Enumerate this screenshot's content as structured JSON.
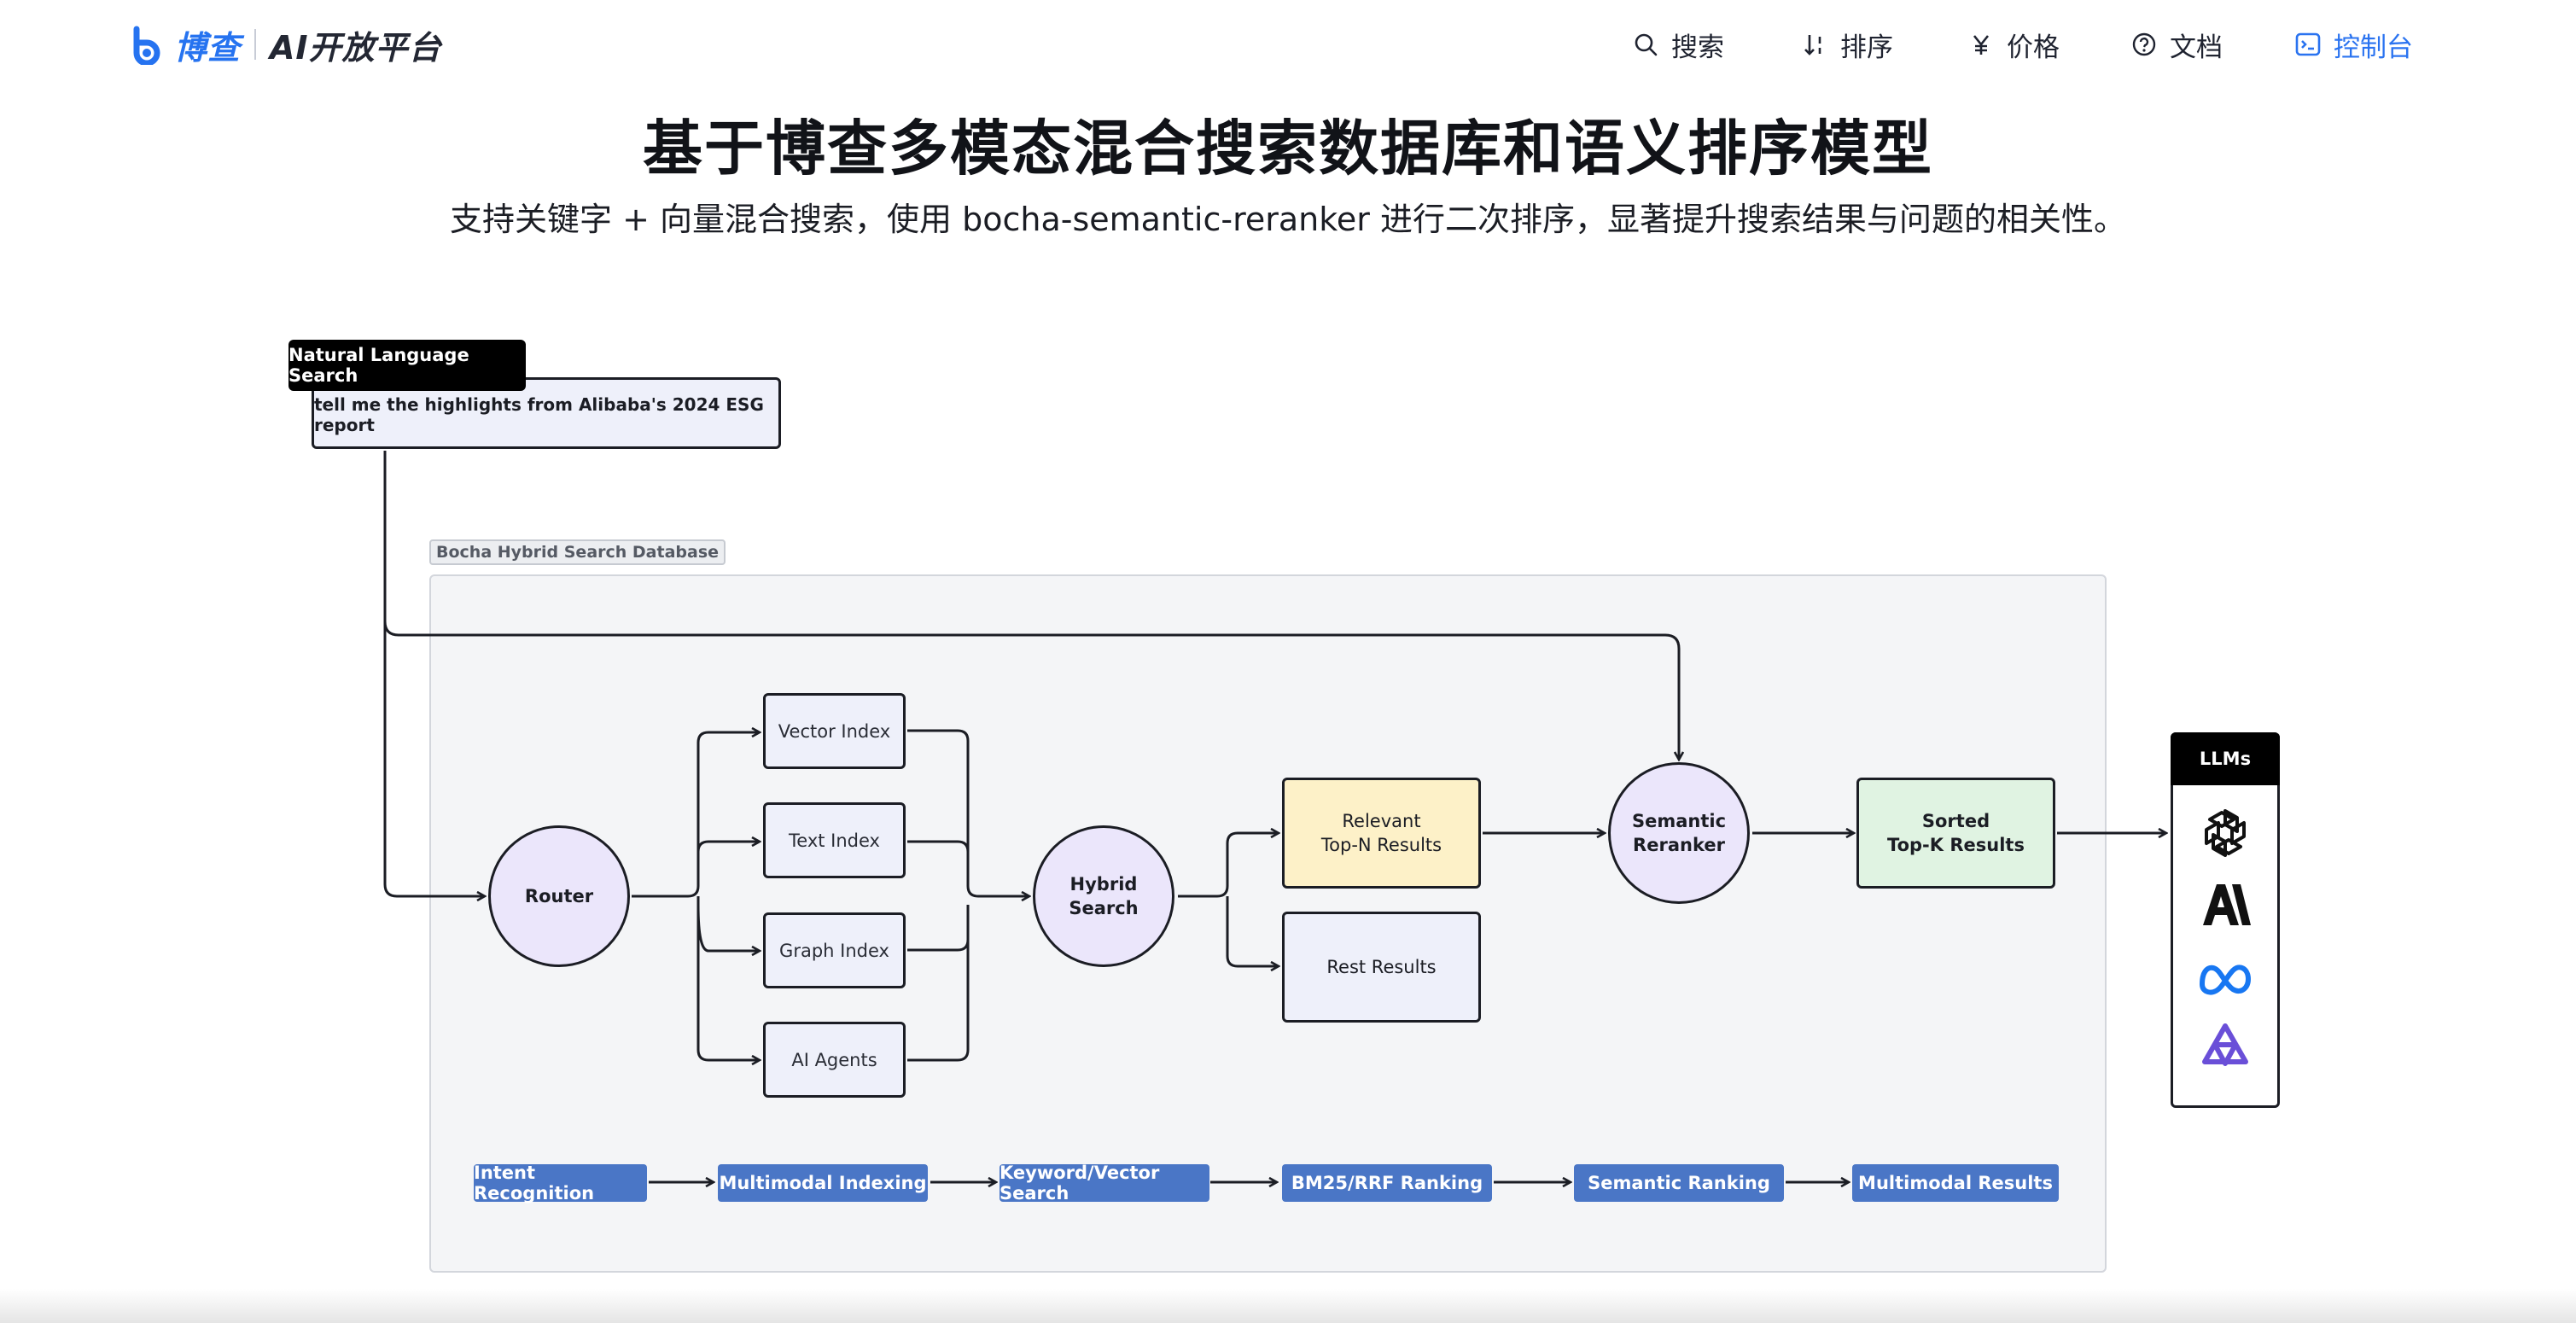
{
  "header": {
    "brand": "博查",
    "product": "AI开放平台",
    "nav": [
      {
        "label": "搜索",
        "icon": "search-icon"
      },
      {
        "label": "排序",
        "icon": "sort-icon"
      },
      {
        "label": "价格",
        "icon": "yen-icon"
      },
      {
        "label": "文档",
        "icon": "help-circle-icon"
      },
      {
        "label": "控制台",
        "icon": "terminal-icon",
        "active": true
      }
    ],
    "active_color": "#2a73f0"
  },
  "hero": {
    "title": "基于博查多模态混合搜索数据库和语义排序模型",
    "subtitle": "支持关键字 + 向量混合搜索，使用 bocha-semantic-reranker 进行二次排序，显著提升搜索结果与问题的相关性。"
  },
  "diagram": {
    "nl_tag": "Natural Language Search",
    "query": "tell me the highlights from Alibaba's 2024 ESG report",
    "db_label": "Bocha Hybrid Search Database",
    "router": "Router",
    "indexes": [
      "Vector Index",
      "Text Index",
      "Graph Index",
      "AI Agents"
    ],
    "hybrid": "Hybrid\nSearch",
    "relevant": "Relevant\nTop-N Results",
    "rest": "Rest Results",
    "reranker": "Semantic\nReranker",
    "sorted": "Sorted\nTop-K Results",
    "llms_tag": "LLMs",
    "llm_icons": [
      "openai-icon",
      "anthropic-icon",
      "meta-icon",
      "qwen-icon"
    ],
    "steps": [
      "Intent Recognition",
      "Multimodal Indexing",
      "Keyword/Vector Search",
      "BM25/RRF Ranking",
      "Semantic Ranking",
      "Multimodal Results"
    ],
    "colors": {
      "node_purple": "#ebe6fb",
      "index_blue": "#eef0fa",
      "relevant_yellow": "#fdf1c8",
      "sorted_green": "#e0f3e2",
      "step_blue": "#4a76c6"
    }
  }
}
